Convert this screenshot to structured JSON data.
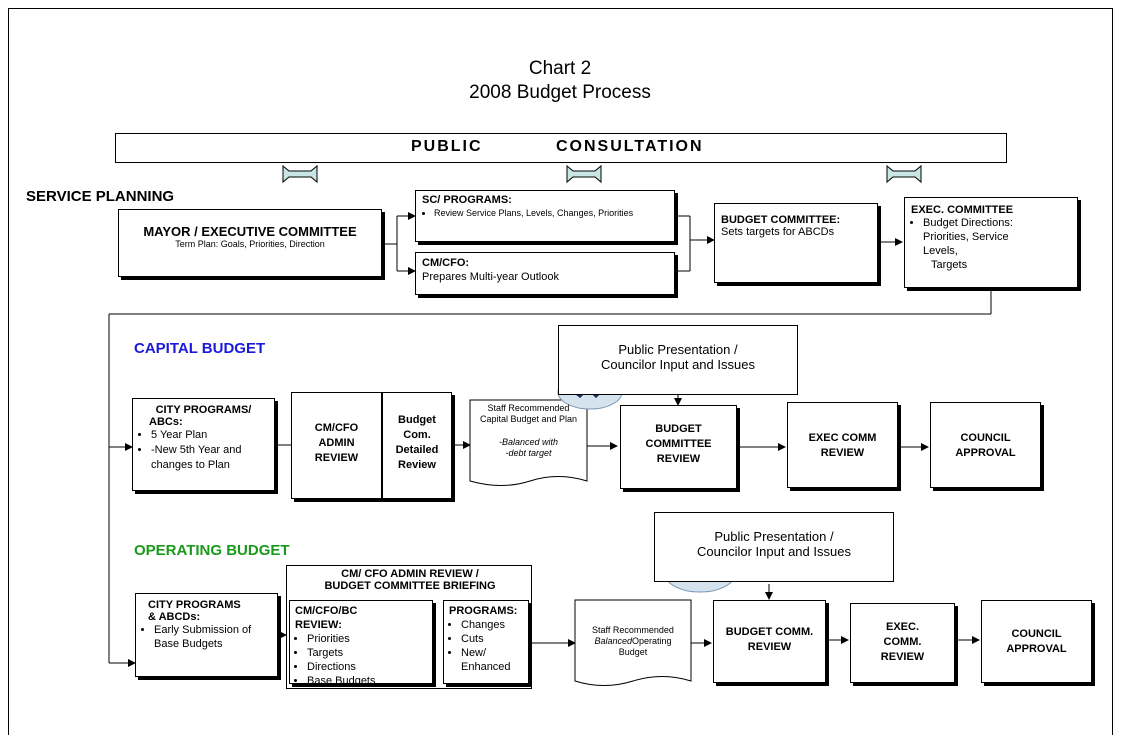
{
  "title": {
    "line1": "Chart 2",
    "line2": "2008 Budget Process"
  },
  "public_consultation": {
    "word1": "PUBLIC",
    "word2": "CONSULTATION"
  },
  "service_planning": {
    "heading": "SERVICE PLANNING",
    "mayor": {
      "title": "MAYOR / EXECUTIVE COMMITTEE",
      "sub": "Term Plan: Goals, Priorities, Direction"
    },
    "sc_programs": {
      "title": "SC/ PROGRAMS:",
      "items": [
        "Review Service Plans, Levels, Changes, Priorities"
      ]
    },
    "cmcfo": {
      "title": "CM/CFO:",
      "sub": "Prepares Multi-year Outlook"
    },
    "budget_committee": {
      "title": "BUDGET COMMITTEE:",
      "sub": "Sets targets for ABCDs"
    },
    "exec_committee": {
      "title": "EXEC. COMMITTEE",
      "items": [
        "Budget Directions:",
        "Priorities, Service",
        "Levels,",
        "Targets"
      ]
    }
  },
  "capital": {
    "heading": "CAPITAL BUDGET",
    "heading_color": "#1a1adb",
    "public_pres": {
      "line1": "Public Presentation /",
      "line2": "Councilor Input and Issues"
    },
    "city_programs": {
      "title1": "CITY PROGRAMS/",
      "title2": "ABCs:",
      "items": [
        "5 Year Plan",
        "-New 5th Year and changes to Plan"
      ]
    },
    "admin_review": {
      "l1": "CM/CFO",
      "l2": "ADMIN",
      "l3": "REVIEW"
    },
    "budget_com": {
      "l1": "Budget",
      "l2": "Com.",
      "l3": "Detailed",
      "l4": "Review"
    },
    "staff_doc": {
      "l1": "Staff Recommended",
      "l2": "Capital Budget and Plan",
      "l3": "-Balanced with",
      "l4": "-debt target"
    },
    "bc_review": {
      "l1": "BUDGET",
      "l2": "COMMITTEE",
      "l3": "REVIEW"
    },
    "exec_review": {
      "l1": "EXEC COMM",
      "l2": "REVIEW"
    },
    "council": {
      "l1": "COUNCIL",
      "l2": "APPROVAL"
    }
  },
  "operating": {
    "heading": "OPERATING BUDGET",
    "heading_color": "#1a9a1a",
    "public_pres": {
      "line1": "Public Presentation /",
      "line2": "Councilor Input and Issues"
    },
    "city_programs": {
      "title1": "CITY PROGRAMS",
      "title2": "& ABCDs:",
      "items": [
        "Early Submission of Base Budgets"
      ]
    },
    "admin_group": {
      "title1": "CM/ CFO  ADMIN REVIEW /",
      "title2": "BUDGET COMMITTEE BRIEFING"
    },
    "cmcfobc": {
      "title1": "CM/CFO/BC",
      "title2": "REVIEW:",
      "items": [
        "Priorities",
        "Targets",
        "Directions",
        "Base Budgets"
      ]
    },
    "programs": {
      "title": "PROGRAMS:",
      "items": [
        "Changes",
        "Cuts",
        "New/ Enhanced"
      ]
    },
    "staff_doc": {
      "l1": "Staff Recommended",
      "l2": "Balanced",
      "l3": "Operating",
      "l4": "Budget"
    },
    "bc_review": {
      "l1": "BUDGET COMM.",
      "l2": "REVIEW"
    },
    "exec_review": {
      "l1": "EXEC.",
      "l2": "COMM.",
      "l3": "REVIEW"
    },
    "council": {
      "l1": "COUNCIL",
      "l2": "APPROVAL"
    }
  }
}
